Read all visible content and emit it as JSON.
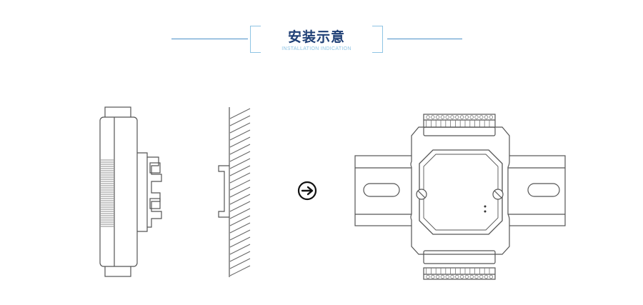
{
  "header": {
    "title_cn": "安装示意",
    "title_en": "INSTALLATION INDICATION",
    "accent_color": "#4a90c8",
    "title_color": "#1f3f75",
    "subtitle_color": "#8fc4e4"
  },
  "diagram": {
    "side_view_icon": "module-side-view",
    "rail_icon": "din-rail-wall-mount",
    "arrow_icon": "arrow-right-circle-icon",
    "front_view_icon": "module-front-view-on-rail"
  }
}
